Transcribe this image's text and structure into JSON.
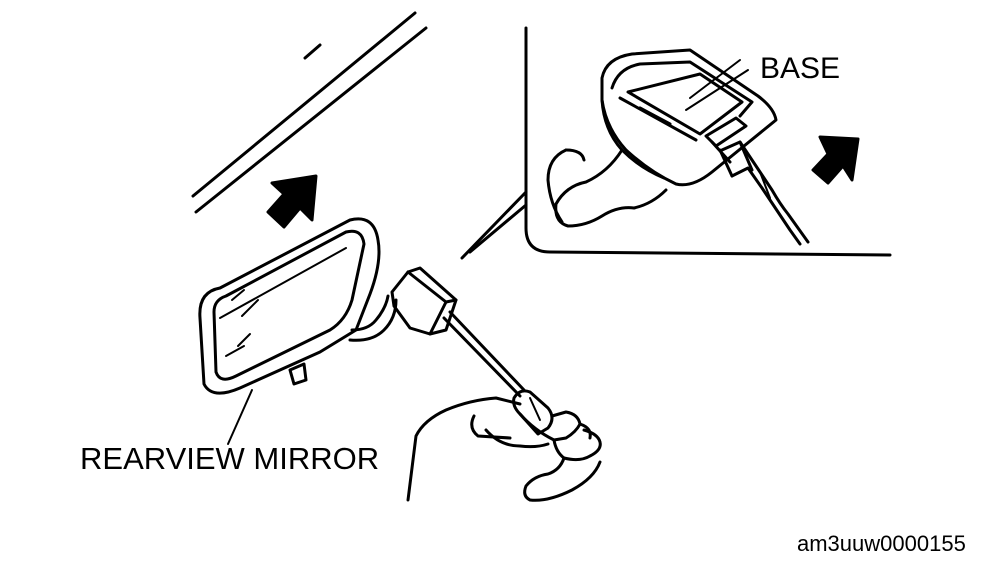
{
  "labels": {
    "base": "BASE",
    "rearview_mirror": "REARVIEW MIRROR",
    "figure_code": "am3uuw0000155"
  },
  "colors": {
    "line": "#000000",
    "background": "#ffffff"
  }
}
